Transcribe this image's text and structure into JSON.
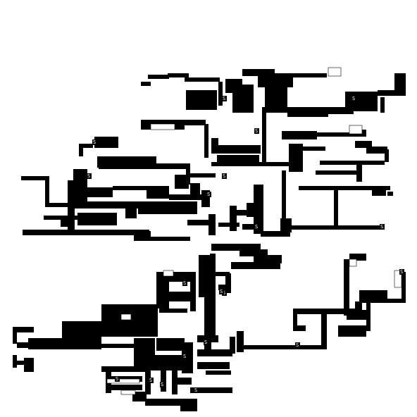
{
  "map": {
    "colors": {
      "background": "#ffffff",
      "wall": "#000000",
      "marker": "#ffffff"
    },
    "markers": [
      {
        "glyph": "S",
        "kind": "spawn-point"
      },
      {
        "glyph": "S",
        "kind": "spawn-point"
      },
      {
        "glyph": "S",
        "kind": "spawn-point"
      },
      {
        "glyph": "S",
        "kind": "spawn-point"
      },
      {
        "glyph": "S",
        "kind": "spawn-point"
      },
      {
        "glyph": "S",
        "kind": "spawn-point"
      },
      {
        "glyph": "S",
        "kind": "spawn-point"
      },
      {
        "glyph": "S",
        "kind": "spawn-point"
      },
      {
        "glyph": "S",
        "kind": "spawn-point"
      },
      {
        "glyph": "S",
        "kind": "spawn-point"
      },
      {
        "glyph": "S",
        "kind": "spawn-point"
      },
      {
        "glyph": "S",
        "kind": "spawn-point"
      },
      {
        "glyph": "S",
        "kind": "spawn-point"
      },
      {
        "glyph": "S",
        "kind": "spawn-point"
      },
      {
        "glyph": "S",
        "kind": "spawn-point"
      },
      {
        "glyph": "S",
        "kind": "spawn-point"
      },
      {
        "glyph": "S",
        "kind": "spawn-point"
      },
      {
        "glyph": "S",
        "kind": "spawn-point"
      },
      {
        "glyph": "S",
        "kind": "spawn-point"
      },
      {
        "glyph": "S",
        "kind": "spawn-point"
      }
    ]
  }
}
